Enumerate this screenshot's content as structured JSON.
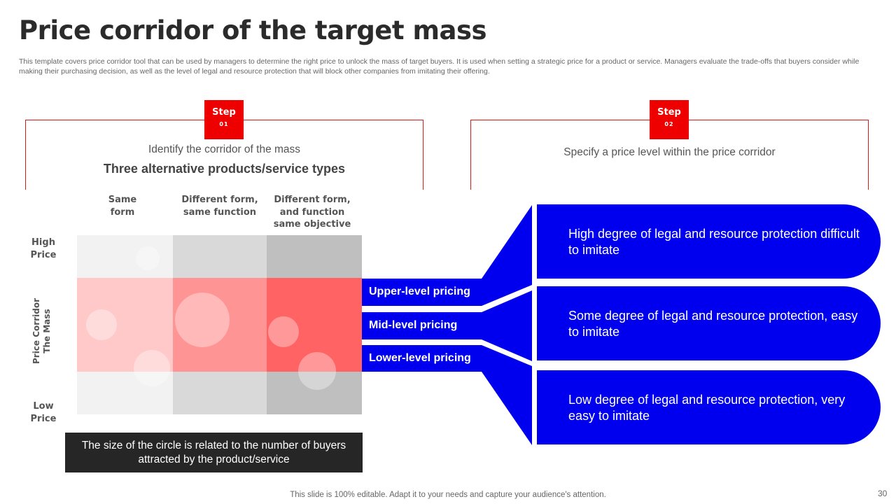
{
  "title": "Price corridor of the target mass",
  "intro": "This template covers price corridor tool that can be used by managers to determine the right price to unlock the mass of target buyers. It is used when setting a strategic price for a product or service. Managers evaluate the trade-offs that buyers consider while making their purchasing decision, as well as the level of legal and resource protection that will block other companies from imitating their offering.",
  "step1": {
    "word": "Step",
    "num": "01",
    "subtitle": "Identify  the corridor of the mass",
    "heading": "Three alternative products/service types"
  },
  "step2": {
    "word": "Step",
    "num": "02",
    "subtitle": "Specify a price level within the price corridor"
  },
  "columns": [
    "Same\nform",
    "Different form,\nsame function",
    "Different form,\nand function\nsame objective"
  ],
  "rows": {
    "high": "High\nPrice",
    "low": "Low\nPrice",
    "axis": "Price Corridor\nThe Mass"
  },
  "note": "The size of the circle is related to the number of buyers attracted by the product/service",
  "pricing_levels": [
    "Upper-level pricing",
    "Mid-level pricing",
    "Lower-level pricing"
  ],
  "protection": [
    "High degree of legal and resource  protection difficult to imitate",
    "Some degree of legal and resource protection, easy to imitate",
    "Low degree of legal and resource protection, very easy to imitate"
  ],
  "footer": "This slide is 100% editable. Adapt it to your needs and capture your audience's attention.",
  "page_number": "30",
  "colors": {
    "accent_red": "#ee0000",
    "blue": "#0000ee",
    "dark": "#262626"
  }
}
